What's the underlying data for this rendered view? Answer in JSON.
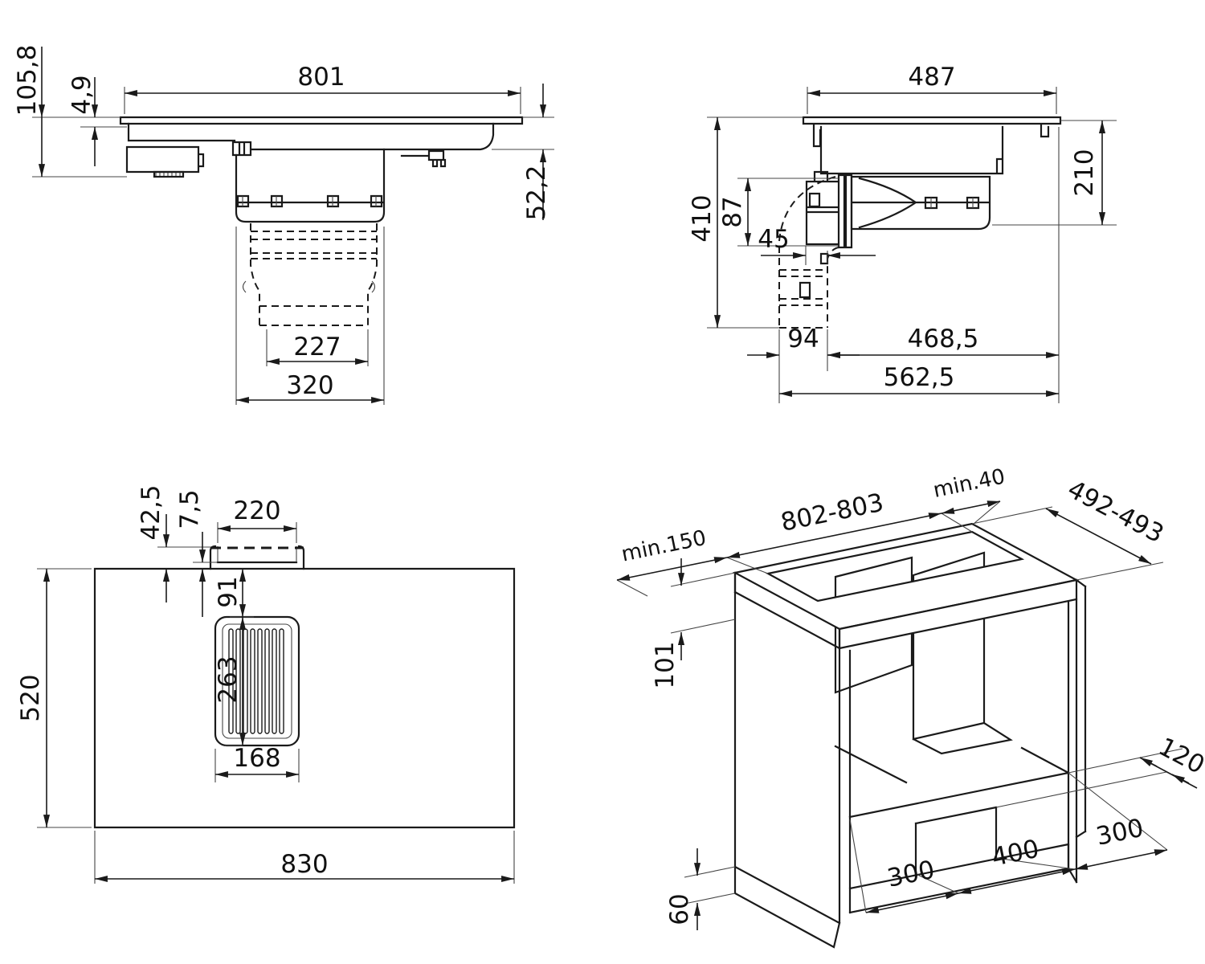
{
  "canvas": {
    "background": "#ffffff",
    "line_color": "#1a1a1a"
  },
  "views": {
    "front": {
      "name": "front-section",
      "dims": {
        "glass_width": "801",
        "height_total": "105,8",
        "glass_thickness": "4,9",
        "under_depth": "52,2",
        "duct_width": "227",
        "plenum_width": "320"
      }
    },
    "side": {
      "name": "side-section",
      "dims": {
        "glass_depth": "487",
        "height_total": "410",
        "outlet_height": "87",
        "outlet_offset": "45",
        "body_height": "210",
        "duct_depth": "94",
        "duct_to_rear": "468,5",
        "depth_total": "562,5"
      }
    },
    "plan": {
      "name": "bottom-view",
      "dims": {
        "connector_setback": "42,5",
        "lip_offset": "7,5",
        "connector_width": "220",
        "grille_offset": "91",
        "grille_length": "263",
        "grille_width": "168",
        "body_depth": "520",
        "body_width": "830"
      }
    },
    "cutout": {
      "name": "cabinet-cutout",
      "dims": {
        "clearance_front": "min.150",
        "opening_width": "802-803",
        "clearance_rear": "min.40",
        "opening_depth": "492-493",
        "drop_left": "101",
        "notch_depth": "120",
        "plinth_left": "300",
        "plinth_notch": "400",
        "plinth_right": "300",
        "plinth_height": "60"
      }
    }
  }
}
